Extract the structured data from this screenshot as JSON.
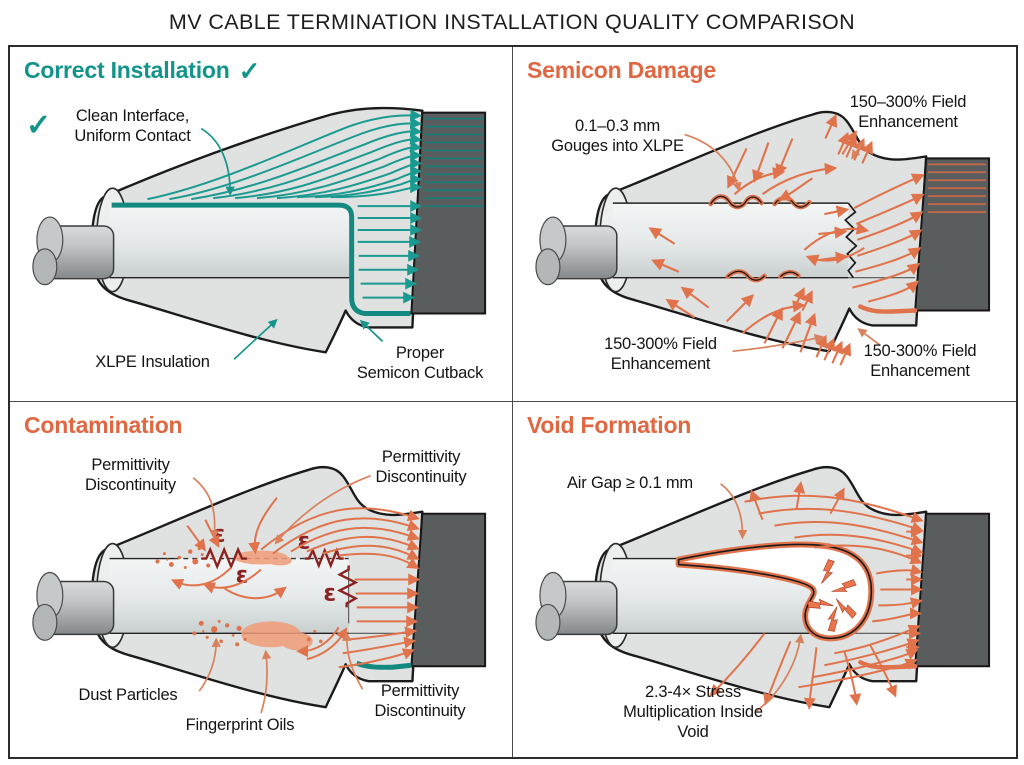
{
  "title": "MV CABLE TERMINATION INSTALLATION QUALITY COMPARISON",
  "colors": {
    "teal": "#12948a",
    "teal_field": "#1a9a90",
    "orange": "#e06742",
    "orange_field": "#e0734c",
    "dark_red": "#8b2121",
    "body_gray": "#dfe2e1",
    "connector_gray": "#595d5e"
  },
  "panels": {
    "correct": {
      "heading": "Correct Installation",
      "check": "✓",
      "labels": {
        "interface": "Clean Interface,\nUniform Contact",
        "xlpe": "XLPE Insulation",
        "cutback": "Proper\nSemicon Cutback"
      }
    },
    "semicon": {
      "heading": "Semicon Damage",
      "labels": {
        "gouges": "0.1–0.3 mm\nGouges into XLPE",
        "fe_top": "150–300% Field\nEnhancement",
        "fe_bottom_left": "150-300% Field\nEnhancement",
        "fe_bottom_right": "150-300% Field\nEnhancement"
      }
    },
    "contamination": {
      "heading": "Contamination",
      "epsilon": "ε",
      "labels": {
        "pd_top_left": "Permittivity\nDiscontinuity",
        "pd_top_right": "Permittivity\nDiscontinuity",
        "dust": "Dust Particles",
        "oils": "Fingerprint Oils",
        "pd_bottom_right": "Permittivity\nDiscontinuity"
      }
    },
    "void": {
      "heading": "Void Formation",
      "labels": {
        "air_gap": "Air Gap ≥ 0.1 mm",
        "stress": "2.3-4× Stress\nMultiplication Inside\nVoid"
      }
    }
  }
}
